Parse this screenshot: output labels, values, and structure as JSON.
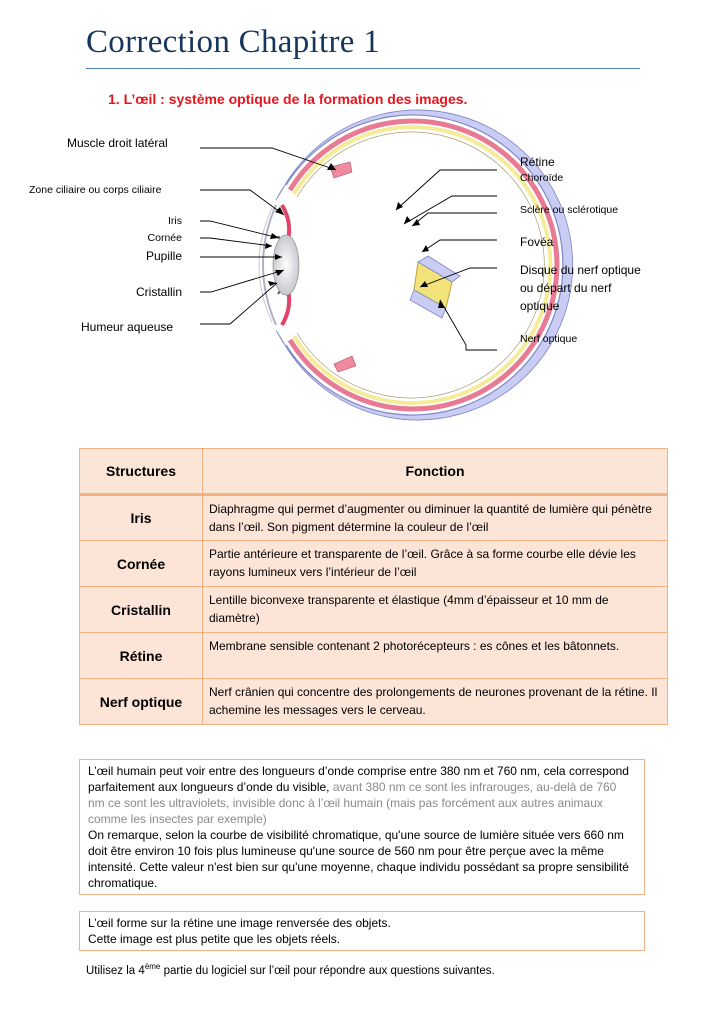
{
  "page": {
    "title": "Correction Chapitre 1",
    "section": "1.  L’œil : système optique de la formation des images."
  },
  "diagram": {
    "labels_left": {
      "muscle": "Muscle droit latéral",
      "ciliaire": "Zone ciliaire ou corps ciliaire",
      "iris": "Iris",
      "cornee": "Cornée",
      "pupille": "Pupille",
      "cristallin": "Cristallin",
      "humeur": "Humeur aqueuse"
    },
    "labels_right": {
      "retine": "Rétine",
      "choroide": "Choroïde",
      "sclere": "Sclère ou sclérotique",
      "fovea": "Fovéa",
      "disque_1": "Disque du nerf optique",
      "disque_2": "ou départ du nerf",
      "disque_3": "optique",
      "nerf": "Nerf optique"
    },
    "colors": {
      "sclera": "#c9cdf3",
      "choroid": "#e87a94",
      "retina": "#f5ec9a",
      "nerve": "#f2e27a"
    }
  },
  "table": {
    "headers": [
      "Structures",
      "Fonction"
    ],
    "rows": [
      {
        "structure": "Iris",
        "fonction": "Diaphragme qui permet d’augmenter ou diminuer la quantité de lumière qui pénètre dans l’œil. Son pigment détermine la couleur de l’œil"
      },
      {
        "structure": "Cornée",
        "fonction": "Partie antérieure et transparente de l’œil. Grâce à sa forme courbe elle dévie les rayons lumineux vers l’intérieur de l’œil"
      },
      {
        "structure": "Cristallin",
        "fonction": "Lentille biconvexe transparente et élastique (4mm d’épaisseur et 10 mm de diamètre)"
      },
      {
        "structure": "Rétine",
        "fonction": "Membrane sensible contenant 2 photorécepteurs : es cônes et les bâtonnets."
      },
      {
        "structure": "Nerf optique",
        "fonction": "Nerf crânien qui concentre des prolongements de neurones provenant de la rétine. Il achemine les messages vers le cerveau."
      }
    ]
  },
  "box1": {
    "part1": "L’œil humain peut voir entre des longueurs d’onde comprise entre 380 nm et 760 nm, cela correspond parfaitement aux longueurs d’onde du visible, ",
    "part2_grey": "avant 380 nm ce sont les infrarouges, au-delà de 760 nm ce sont les ultraviolets, invisible donc à l’œil humain (mais pas forcément aux autres animaux comme les insectes par exemple)",
    "part3": "On remarque, selon la courbe de visibilité chromatique, qu'une source de lumière située vers 660 nm doit être environ 10 fois plus lumineuse qu'une source de 560 nm pour être perçue avec la même intensité. Cette valeur n'est bien sur qu'une moyenne, chaque individu possédant sa propre sensibilité chromatique."
  },
  "box2": {
    "line1": "L’œil forme sur la rétine une image renversée des objets.",
    "line2": "Cette image est plus petite que les objets réels."
  },
  "footer": {
    "before": "Utilisez la 4",
    "sup": "ème",
    "after": " partie du logiciel sur l’œil pour répondre aux questions suivantes."
  }
}
